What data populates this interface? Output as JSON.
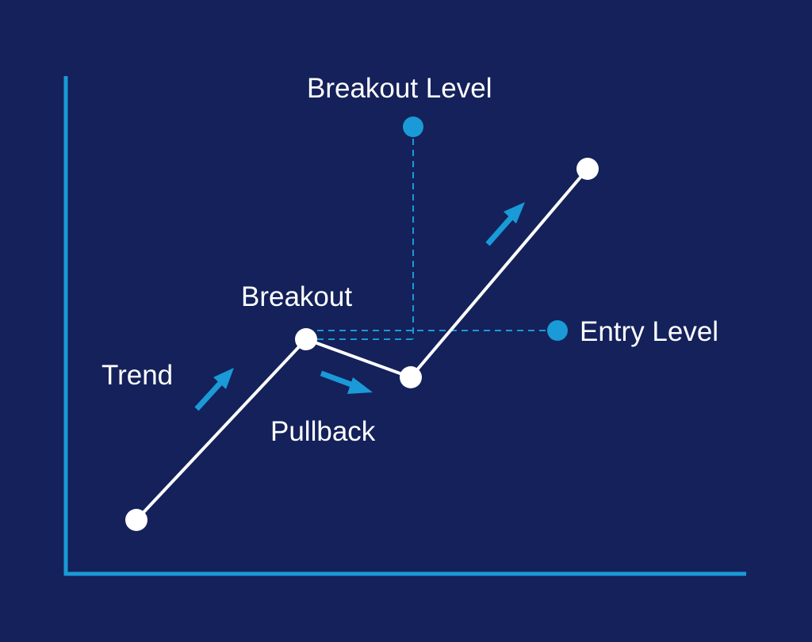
{
  "labels": {
    "breakout_level": "Breakout Level",
    "breakout": "Breakout",
    "entry_level": "Entry Level",
    "trend": "Trend",
    "pullback": "Pullback"
  },
  "colors": {
    "background": "#14215a",
    "accent": "#1a9ad6",
    "line": "#ffffff",
    "text": "#ffffff"
  }
}
